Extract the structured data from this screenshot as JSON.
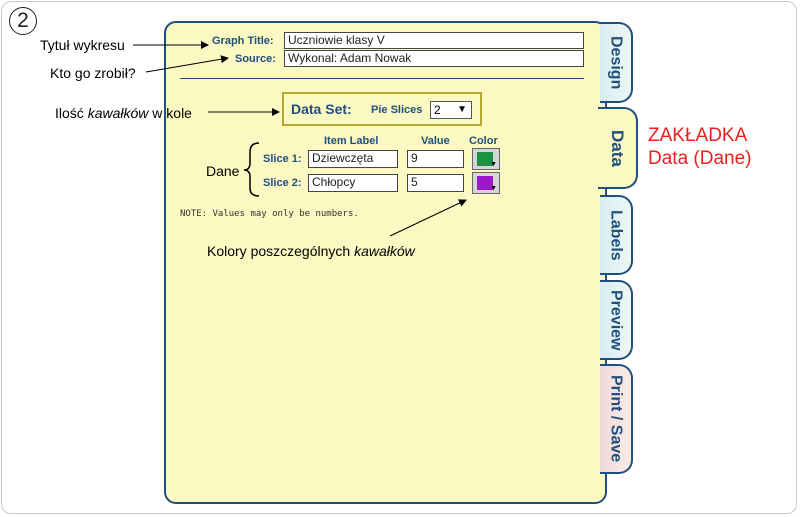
{
  "step_number": "2",
  "form": {
    "graph_title_label": "Graph Title:",
    "graph_title_value": "Uczniowie klasy V",
    "source_label": "Source:",
    "source_value": "Wykonal: Adam Nowak",
    "dataset_label": "Data Set:",
    "pie_slices_label": "Pie Slices",
    "pie_slices_value": "2",
    "item_label_header": "Item Label",
    "value_header": "Value",
    "color_header": "Color",
    "slices": [
      {
        "label": "Slice 1:",
        "item": "Dziewczęta",
        "value": "9",
        "color": "#1a9340"
      },
      {
        "label": "Slice 2:",
        "item": "Chłopcy",
        "value": "5",
        "color": "#9b17c8"
      }
    ],
    "note": "NOTE: Values may only be numbers."
  },
  "tabs": [
    "Design",
    "Data",
    "Labels",
    "Preview",
    "Print / Save"
  ],
  "annotations": {
    "title": "Tytuł wykresu",
    "source": "Kto go zrobił?",
    "slices_prefix": "Ilość ",
    "slices_em": "kawałków",
    "slices_suffix": " w kole",
    "data": "Dane",
    "colors_prefix": "Kolory poszczególnych ",
    "colors_em": "kawałków",
    "tab_line1": "ZAKŁADKA",
    "tab_line2": "Data (Dane)"
  },
  "colors": {
    "accent": "#1f4f7c",
    "panel": "#fbf8c2",
    "annotation_red": "#e8211d"
  }
}
